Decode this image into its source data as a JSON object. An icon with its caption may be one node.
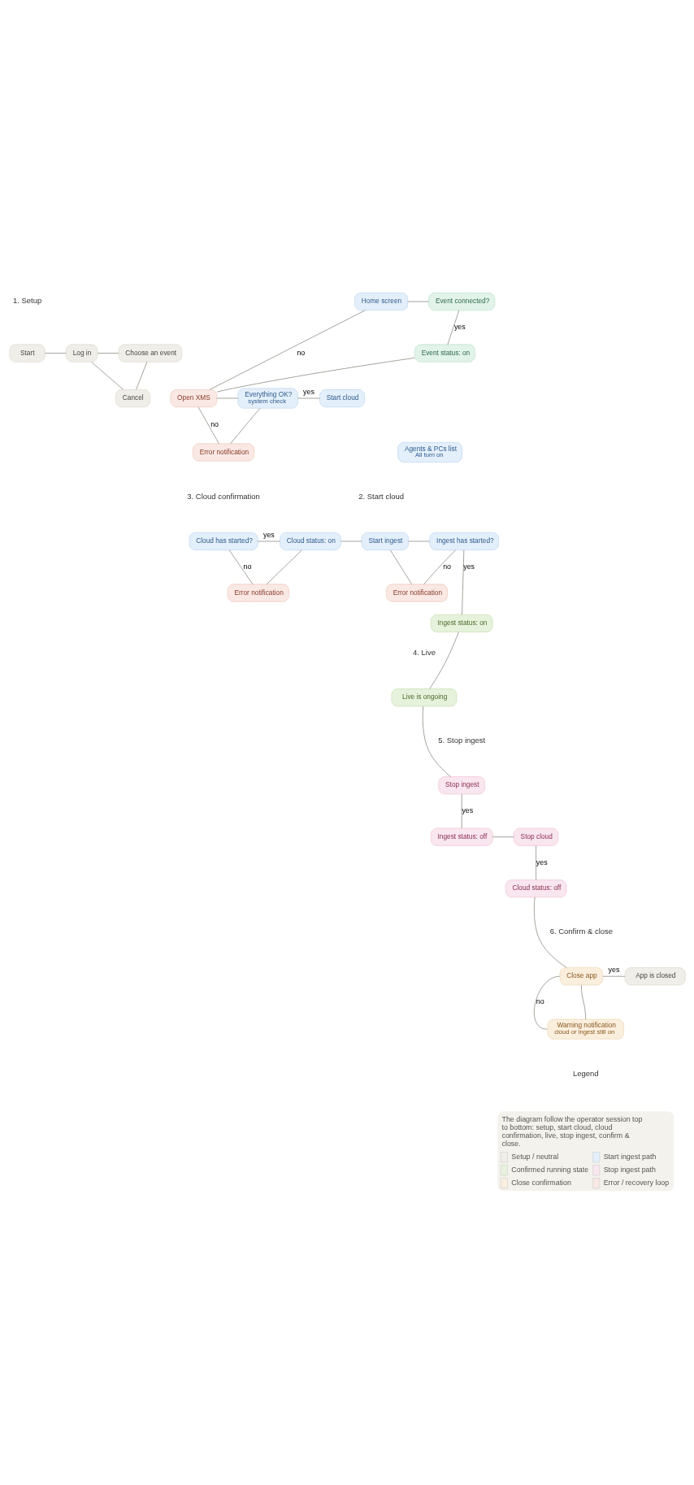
{
  "diagram": {
    "nodes": [
      {
        "text": [
          "Start"
        ]
      },
      {
        "text": [
          "Log in"
        ]
      },
      {
        "text": [
          "Choose an event"
        ]
      },
      {
        "text": [
          "Cancel"
        ]
      },
      {
        "text": [
          "Home screen"
        ]
      },
      {
        "text": [
          "Event connected?"
        ]
      },
      {
        "text": [
          "Event status: on"
        ]
      },
      {
        "text": [
          "Open XMS"
        ]
      },
      {
        "text": [
          "Everything OK?",
          "system check"
        ]
      },
      {
        "text": [
          "Start cloud"
        ]
      },
      {
        "text": [
          "Agents & PCs list",
          "All turn on"
        ]
      },
      {
        "text": [
          "Error notification"
        ]
      },
      {
        "text": [
          "Cloud has started?"
        ]
      },
      {
        "text": [
          "Cloud status: on"
        ]
      },
      {
        "text": [
          "Error notification"
        ]
      },
      {
        "text": [
          "Start ingest"
        ]
      },
      {
        "text": [
          "Ingest has started?"
        ]
      },
      {
        "text": [
          "Ingest status: on"
        ]
      },
      {
        "text": [
          "Error notification"
        ]
      },
      {
        "text": [
          "Live is ongoing"
        ]
      },
      {
        "text": [
          "Stop ingest"
        ]
      },
      {
        "text": [
          "Ingest status: off"
        ]
      },
      {
        "text": [
          "Stop cloud"
        ]
      },
      {
        "text": [
          "Cloud status: off"
        ]
      },
      {
        "text": [
          "Close app"
        ]
      },
      {
        "text": [
          "App is closed"
        ]
      },
      {
        "text": [
          "Warning notification",
          "cloud or ingest still on"
        ]
      }
    ],
    "edges": [
      {
        "from": 0,
        "to": 1,
        "arrow": "none"
      },
      {
        "from": 1,
        "to": 2,
        "arrow": "none"
      },
      {
        "from": 2,
        "to": 3,
        "arrow": "none"
      },
      {
        "from": 1,
        "to": 3,
        "arrow": "none"
      },
      {
        "from": 4,
        "to": 5,
        "arrow": "none"
      },
      {
        "from": 5,
        "to": 6,
        "arrow": "none",
        "label": "yes"
      },
      {
        "from": 4,
        "to": 7,
        "arrow": "none",
        "label": "no"
      },
      {
        "from": 6,
        "to": 7,
        "arrow": "none"
      },
      {
        "from": 7,
        "to": 8,
        "arrow": "none"
      },
      {
        "from": 8,
        "to": 9,
        "arrow": "none",
        "label": "yes"
      },
      {
        "from": 8,
        "to": 11,
        "arrow": "none"
      },
      {
        "from": 7,
        "to": 11,
        "arrow": "none",
        "label": "no"
      },
      {
        "from": 12,
        "to": 13,
        "arrow": "none",
        "label": "yes"
      },
      {
        "from": 12,
        "to": 14,
        "arrow": "none",
        "label": "no"
      },
      {
        "from": 13,
        "to": 14,
        "arrow": "none"
      },
      {
        "from": 13,
        "to": 15,
        "arrow": "none"
      },
      {
        "from": 15,
        "to": 16,
        "arrow": "none"
      },
      {
        "from": 15,
        "to": 18,
        "arrow": "none"
      },
      {
        "from": 16,
        "to": 17,
        "arrow": "none",
        "label": "yes"
      },
      {
        "from": 18,
        "to": 16,
        "arrow": "none",
        "label": "no"
      },
      {
        "from": 17,
        "to": 19,
        "arrow": "none"
      },
      {
        "from": 19,
        "to": 20,
        "arrow": "none"
      },
      {
        "from": 20,
        "to": 21,
        "arrow": "none",
        "label": "yes"
      },
      {
        "from": 21,
        "to": 22,
        "arrow": "none"
      },
      {
        "from": 22,
        "to": 23,
        "arrow": "none",
        "label": "yes"
      },
      {
        "from": 23,
        "to": 24,
        "arrow": "none"
      },
      {
        "from": 24,
        "to": 25,
        "arrow": "none",
        "label": "yes"
      },
      {
        "from": 24,
        "to": 26,
        "arrow": "none"
      },
      {
        "from": 24,
        "to": 26,
        "arrow": "none",
        "label": "no"
      }
    ],
    "labels": [
      "1. Setup",
      "2. Start cloud",
      "3. Cloud confirmation",
      "4. Live",
      "5. Stop ingest",
      "6. Confirm & close",
      "Legend",
      "The diagram follow the operator session top to bottom: setup, start cloud, cloud confirmation, live, stop ingest, confirm & close."
    ],
    "legend": [
      {
        "text": "Setup / neutral",
        "color": "#f0eee8"
      },
      {
        "text": "Start ingest path",
        "color": "#e3effa"
      },
      {
        "text": "Confirmed running state",
        "color": "#e7f2dc"
      },
      {
        "text": "Stop ingest path",
        "color": "#f9e6ee"
      },
      {
        "text": "Close confirmation",
        "color": "#faeedd"
      },
      {
        "text": "Error / recovery loop",
        "color": "#f9e8e3"
      }
    ]
  }
}
